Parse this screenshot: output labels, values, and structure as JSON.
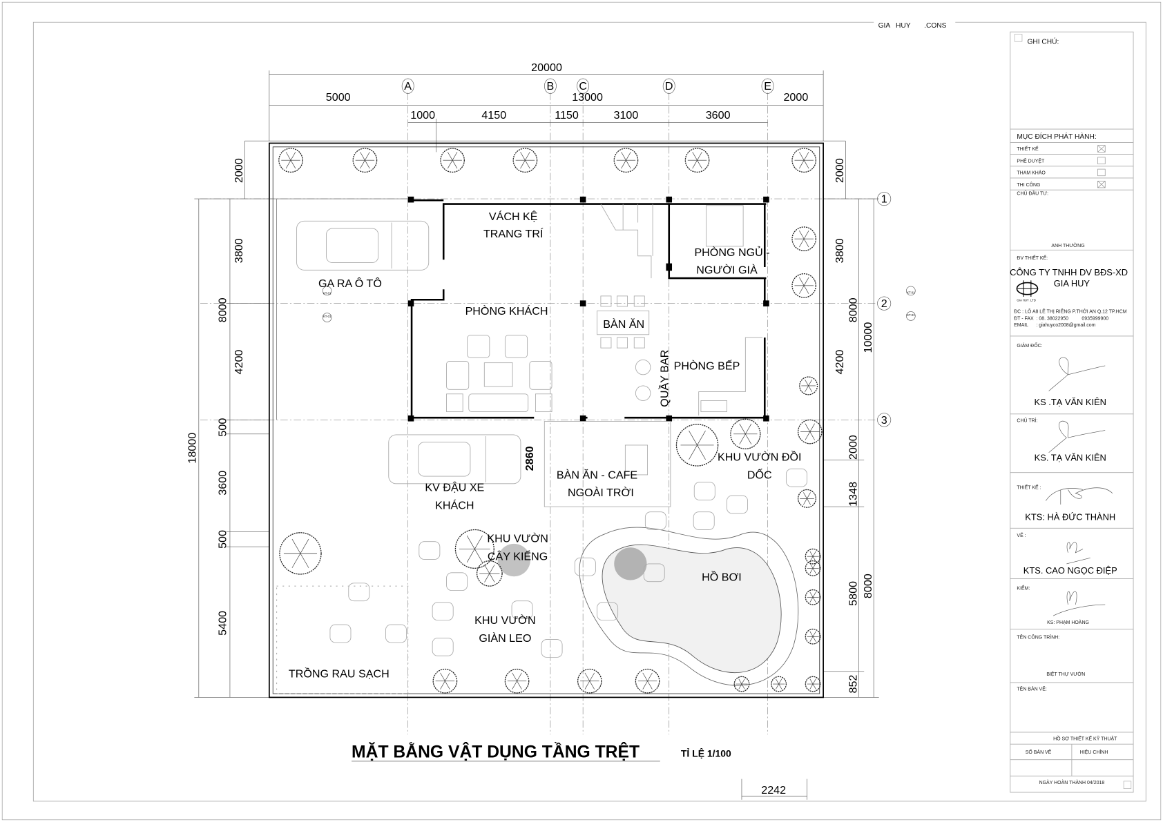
{
  "header": {
    "brand": "GIA   HUY       .CONS"
  },
  "dimensions": {
    "top_total": "20000",
    "top_row2": [
      "5000",
      "13000",
      "2000"
    ],
    "top_row3": [
      "1000",
      "4150",
      "1150",
      "3100",
      "3600"
    ],
    "left": [
      "2000",
      "3800",
      "8000",
      "4200",
      "18000",
      "500",
      "3600",
      "500",
      "5400"
    ],
    "right": [
      "2000",
      "3800",
      "8000",
      "10000",
      "4200",
      "2000",
      "1348",
      "5800",
      "8000",
      "852"
    ],
    "inner": "2860",
    "bottom": "2242"
  },
  "grid_axes": {
    "columns": [
      "A",
      "B",
      "C",
      "D",
      "E"
    ],
    "rows": [
      "1",
      "2",
      "3"
    ]
  },
  "rooms": {
    "vach_ke_1": "VÁCH KỆ",
    "vach_ke_2": "TRANG TRÍ",
    "garage": "GA RA Ô TÔ",
    "living": "PHÒNG KHÁCH",
    "dining": "BÀN  ĂN",
    "bedroom_1": "PHÒNG NGỦ -",
    "bedroom_2": "NGƯỜI GIÀ",
    "bar": "QUẦY BAR",
    "kitchen": "PHÒNG BẾP",
    "parking_1": "KV ĐẬU XE",
    "parking_2": "KHÁCH",
    "cafe_1": "BÀN  ĂN - CAFE",
    "cafe_2": "NGOÀI TRỜI",
    "hill_1": "KHU VƯỜN ĐỒI",
    "hill_2": "DỐC",
    "ornamental_1": "KHU VƯỜN",
    "ornamental_2": "CÂY KIỂNG",
    "trellis_1": "KHU VƯỜN",
    "trellis_2": "GIÀN LEO",
    "pool": "HỒ BƠI",
    "vegetables": "TRỒNG RAU SẠCH"
  },
  "section_marks": [
    "KT-01",
    "KT-01",
    "KT-01",
    "KT-01"
  ],
  "drawing_title": "MẶT BẰNG VẬT DỤNG TẦNG TRỆT",
  "scale": "TỈ LỆ 1/100",
  "title_block": {
    "notes_label": "GHI CHÚ:",
    "purpose_label": "MỤC ĐÍCH PHÁT HÀNH:",
    "purposes": [
      {
        "label": "THIẾT KẾ",
        "checked": true
      },
      {
        "label": "PHÊ DUYỆT",
        "checked": false
      },
      {
        "label": "THAM KHẢO",
        "checked": false
      },
      {
        "label": "THI CÔNG",
        "checked": true
      }
    ],
    "owner_label": "CHỦ ĐẦU TƯ:",
    "owner": "ANH THƯỜNG",
    "designer_label": "ĐV THIẾT KẾ:",
    "company_1": "CÔNG TY TNHH DV BĐS-XD",
    "company_2": "GIA HUY",
    "logo_text": "GIA HUY .LTD",
    "address": "ĐC : LÔ A8 LÊ THỊ RIÊNG P.THỚI AN Q.12 TP.HCM",
    "phone": "ĐT - FAX  : 08. 38022950          0935999900",
    "email": "EMAIL      : giahuyco2008@gmail.com",
    "director_label": "GIÁM ĐỐC:",
    "director": "KS .TẠ VĂN KIÊN",
    "lead_label": "CHỦ TRÌ:",
    "lead": "KS. TẠ VĂN KIÊN",
    "design_label": "THIẾT KẾ :",
    "design": "KTS: HÀ ĐỨC THÀNH",
    "draw_label": "VẼ :",
    "draw": "KTS. CAO NGỌC ĐIỆP",
    "check_label": "KIỂM:",
    "check": "KS: PHẠM HOÀNG",
    "project_label": "TÊN CÔNG TRÌNH:",
    "project": "BIỆT THỰ VƯỜN",
    "sheet_label": "TÊN BẢN VẼ:",
    "dossier": "HỒ SƠ THIẾT KẾ KỸ THUẬT",
    "sheet_no_label": "SỐ BẢN VẼ",
    "revision_label": "HIỆU CHỈNH",
    "completion": "NGÀY HOÀN THÀNH  04/2018"
  }
}
